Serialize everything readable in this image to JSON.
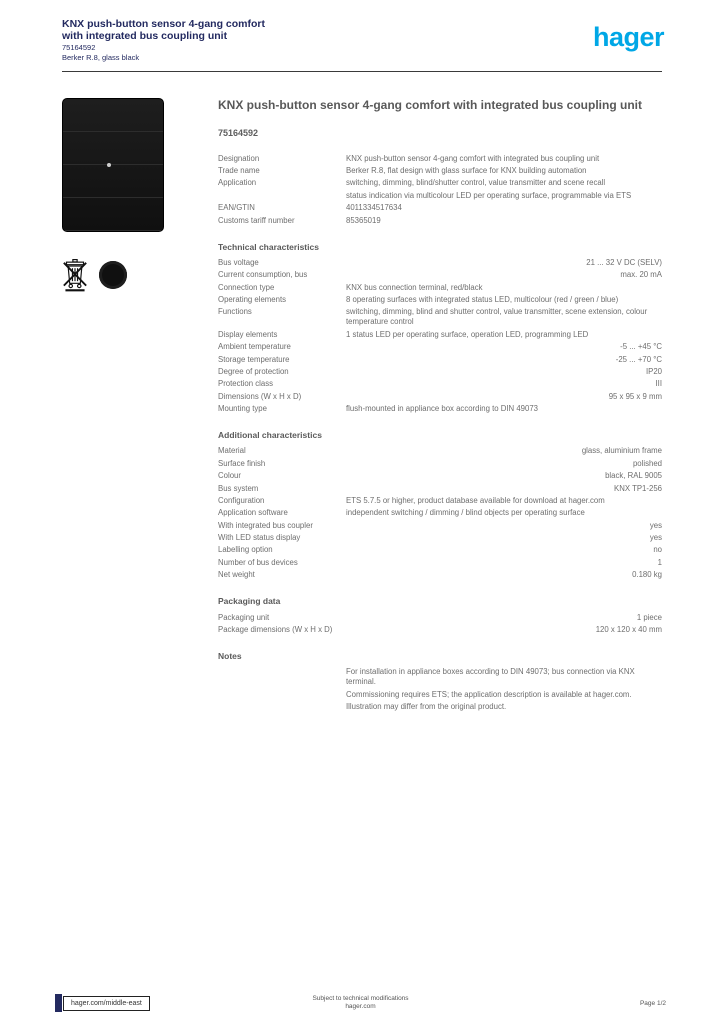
{
  "colors": {
    "accent": "#00a7e6",
    "navy": "#232a60",
    "body_gray": "#6e6e6e"
  },
  "brand": {
    "logo_text": "hager"
  },
  "header": {
    "lines": [
      "KNX push-button sensor 4-gang comfort",
      "with integrated bus coupling unit",
      "75164592",
      "Berker R.8, glass black"
    ]
  },
  "product": {
    "title": "KNX push-button sensor 4-gang comfort with integrated bus coupling unit",
    "reference": "75164592"
  },
  "icons": {
    "weee": "crossed-out-wheelie-bin",
    "mark": "black-circle-mark"
  },
  "sections": [
    {
      "heading": "",
      "rows": [
        {
          "label": "Designation",
          "value": "KNX push-button sensor 4-gang comfort with integrated bus coupling unit"
        },
        {
          "label": "Trade name",
          "value": "Berker R.8, flat design with glass surface for KNX building automation"
        },
        {
          "label": "Application",
          "value": "switching, dimming, blind/shutter control, value transmitter and scene recall"
        },
        {
          "label": "",
          "value": "status indication via multicolour LED per operating surface, programmable via ETS"
        },
        {
          "label": "EAN/GTIN",
          "value": "4011334517634"
        },
        {
          "label": "Customs tariff number",
          "value": "85365019"
        }
      ]
    },
    {
      "heading": "Technical characteristics",
      "rows": [
        {
          "label": "Bus voltage",
          "value": "21 ... 32 V DC (SELV)",
          "align": "right"
        },
        {
          "label": "Current consumption, bus",
          "value": "max. 20 mA",
          "align": "right"
        },
        {
          "label": "Connection type",
          "value": "KNX bus connection terminal, red/black"
        },
        {
          "label": "Operating elements",
          "value": "8 operating surfaces with integrated status LED, multicolour (red / green / blue)"
        },
        {
          "label": "Functions",
          "value": "switching, dimming, blind and shutter control, value transmitter, scene extension, colour temperature control"
        },
        {
          "label": "Display elements",
          "value": "1 status LED per operating surface, operation LED, programming LED"
        },
        {
          "label": "Ambient temperature",
          "value": "-5 ... +45 °C",
          "align": "right"
        },
        {
          "label": "Storage temperature",
          "value": "-25 ... +70 °C",
          "align": "right"
        },
        {
          "label": "Degree of protection",
          "value": "IP20",
          "align": "right"
        },
        {
          "label": "Protection class",
          "value": "III",
          "align": "right"
        },
        {
          "label": "Dimensions (W x H x D)",
          "value": "95 x 95 x 9 mm",
          "align": "right"
        },
        {
          "label": "Mounting type",
          "value": "flush-mounted in appliance box according to DIN 49073"
        }
      ]
    },
    {
      "heading": "Additional characteristics",
      "rows": [
        {
          "label": "Material",
          "value": "glass, aluminium frame",
          "align": "right"
        },
        {
          "label": "Surface finish",
          "value": "polished",
          "align": "right"
        },
        {
          "label": "Colour",
          "value": "black, RAL 9005",
          "align": "right"
        },
        {
          "label": "Bus system",
          "value": "KNX TP1-256",
          "align": "right"
        },
        {
          "label": "Configuration",
          "value": "ETS 5.7.5 or higher, product database available for download at hager.com"
        },
        {
          "label": "Application software",
          "value": "independent switching / dimming / blind objects per operating surface"
        },
        {
          "label": "With integrated bus coupler",
          "value": "yes",
          "align": "right"
        },
        {
          "label": "With LED status display",
          "value": "yes",
          "align": "right"
        },
        {
          "label": "Labelling option",
          "value": "no",
          "align": "right"
        },
        {
          "label": "Number of bus devices",
          "value": "1",
          "align": "right"
        },
        {
          "label": "Net weight",
          "value": "0.180 kg",
          "align": "right"
        }
      ]
    },
    {
      "heading": "Packaging data",
      "rows": [
        {
          "label": "Packaging unit",
          "value": "1 piece",
          "align": "right"
        },
        {
          "label": "Package dimensions (W x H x D)",
          "value": "120 x 120 x 40 mm",
          "align": "right"
        }
      ]
    },
    {
      "heading": "Notes",
      "rows": [
        {
          "label": "",
          "value": "For installation in appliance boxes according to DIN 49073; bus connection via KNX terminal."
        },
        {
          "label": "",
          "value": "Commissioning requires ETS; the application description is available at hager.com."
        },
        {
          "label": "",
          "value": "Illustration may differ from the original product."
        }
      ]
    }
  ],
  "footer": {
    "site": "hager.com/middle-east",
    "center_line1": "Subject to technical modifications",
    "center_line2": "hager.com",
    "right": "Page 1/2"
  }
}
